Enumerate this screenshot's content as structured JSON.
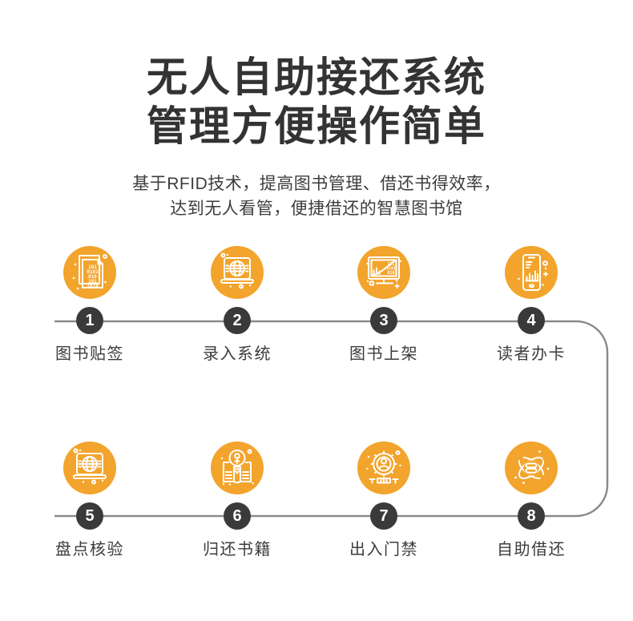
{
  "page": {
    "background": "#ffffff"
  },
  "header": {
    "title_line1": "无人自助接还系统",
    "title_line2": "管理方便操作简单",
    "subtitle_line1": "基于RFID技术，提高图书管理、借还书得效率，",
    "subtitle_line2": "达到无人看管，便捷借还的智慧图书馆"
  },
  "colors": {
    "icon_circle": "#F2A42C",
    "badge": "#3a3a3a",
    "connector_line": "#8a8a8a",
    "title_text": "#333333",
    "label_text": "#3c3c3c"
  },
  "flow": {
    "steps": [
      {
        "number": "1",
        "label": "图书贴签",
        "icon": "binary-documents-icon"
      },
      {
        "number": "2",
        "label": "录入系统",
        "icon": "laptop-globe-icon"
      },
      {
        "number": "3",
        "label": "图书上架",
        "icon": "monitor-chart-icon"
      },
      {
        "number": "4",
        "label": "读者办卡",
        "icon": "phone-chart-icon"
      },
      {
        "number": "5",
        "label": "盘点核验",
        "icon": "laptop-globe-icon"
      },
      {
        "number": "6",
        "label": "归还书籍",
        "icon": "book-bulb-icon"
      },
      {
        "number": "7",
        "label": "出入门禁",
        "icon": "gear-person-icon"
      },
      {
        "number": "8",
        "label": "自助借还",
        "icon": "atom-network-icon"
      }
    ],
    "icon_binary_lines": [
      "101",
      "0101",
      "010",
      "101",
      "1010"
    ],
    "icon_screen_binary_lines": [
      "101",
      "0101",
      "010"
    ]
  }
}
